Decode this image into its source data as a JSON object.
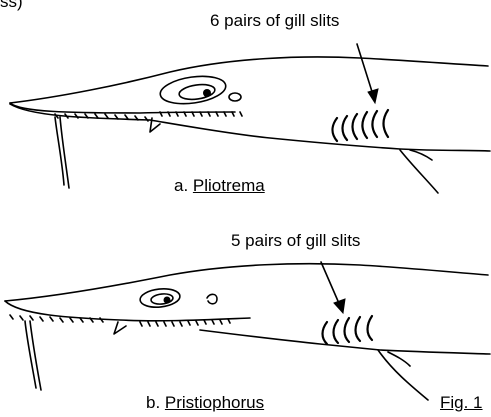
{
  "fragment_top": "ss)",
  "figure_a": {
    "annotation": "6 pairs of gill slits",
    "caption_prefix": "a. ",
    "caption_name": "Pliotrema"
  },
  "figure_b": {
    "annotation": "5 pairs of gill slits",
    "caption_prefix": "b. ",
    "caption_name": "Pristiophorus"
  },
  "figure_label": "Fig. 1"
}
